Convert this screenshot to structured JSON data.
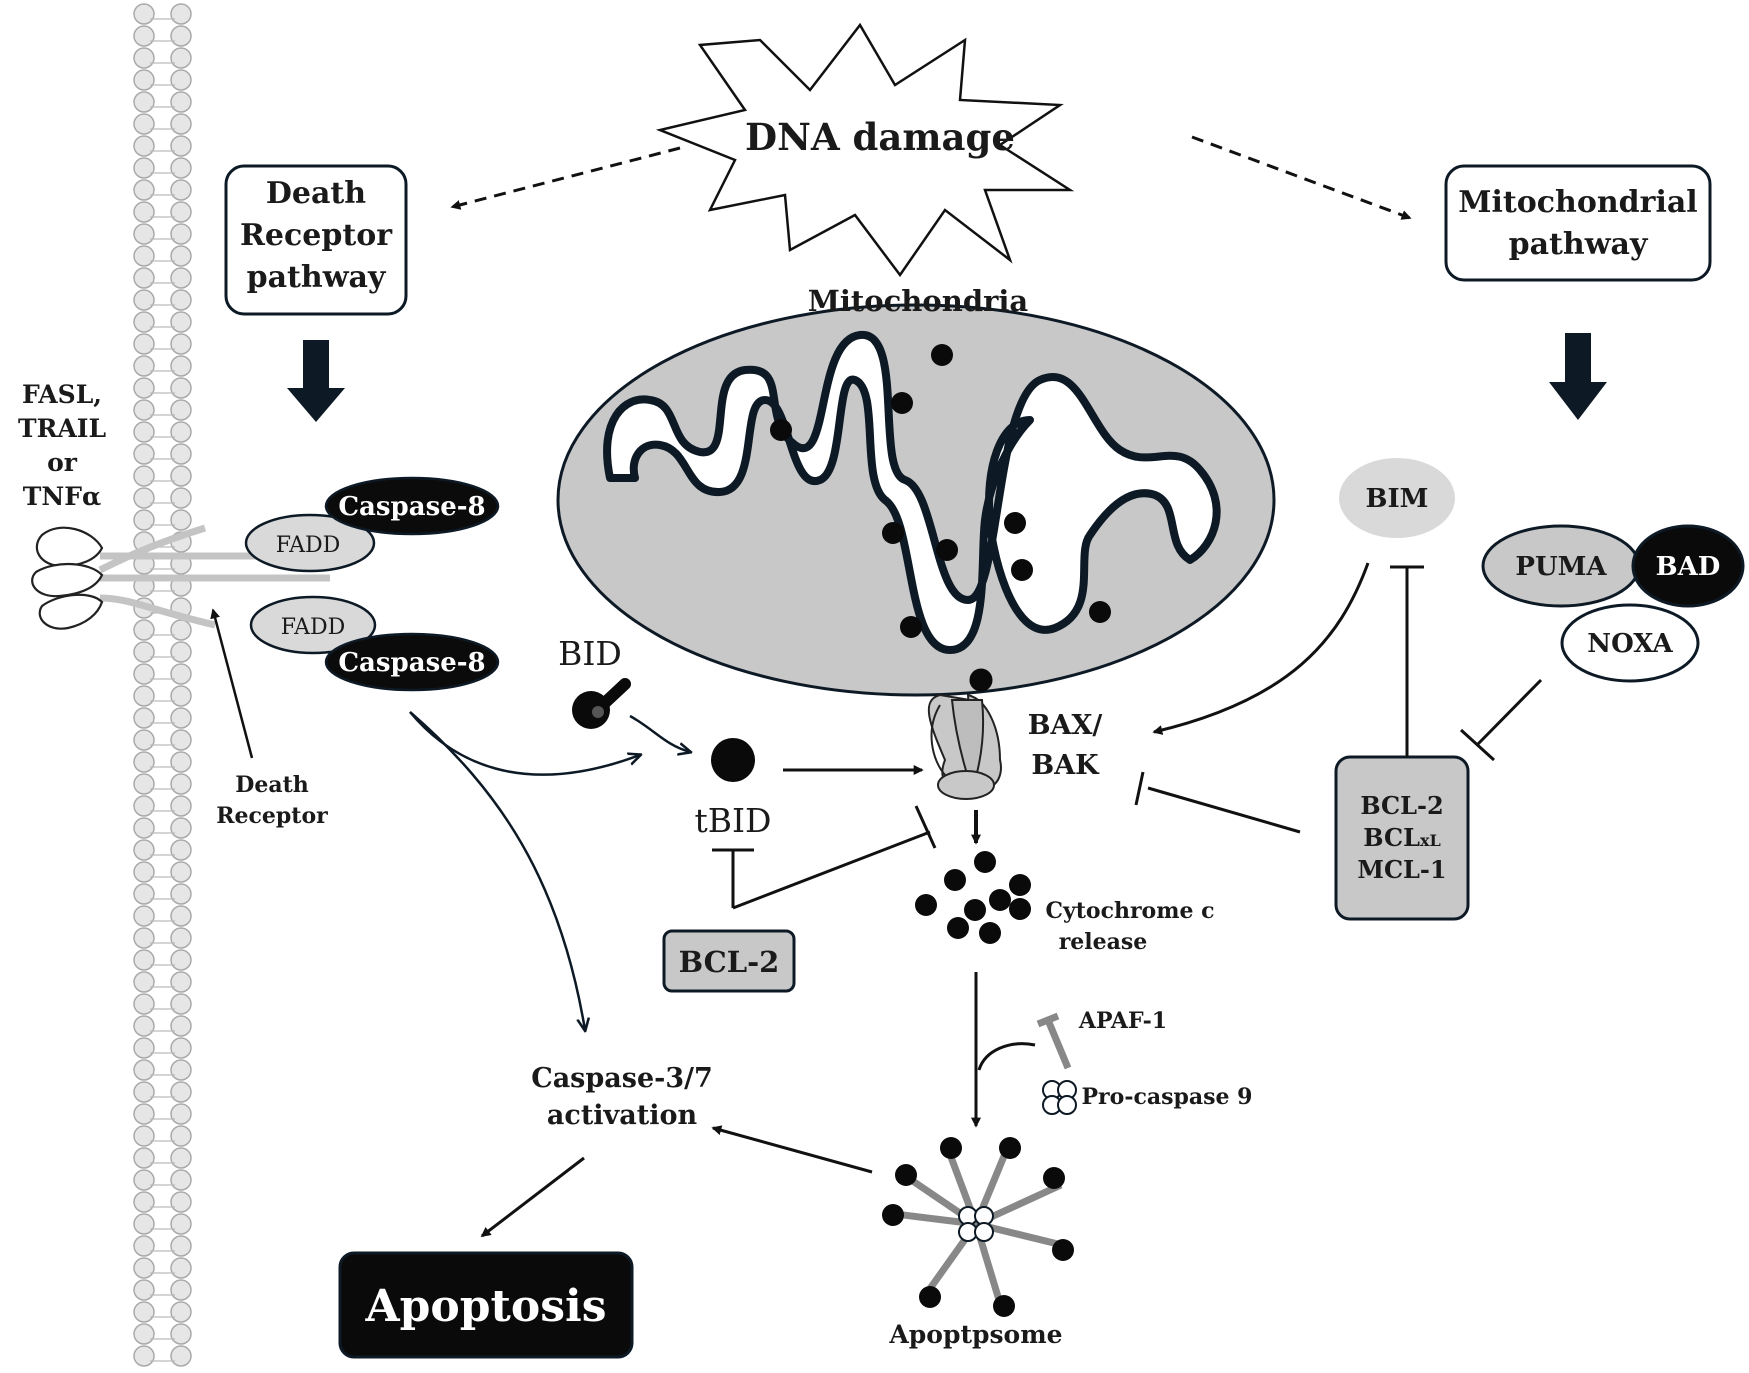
{
  "trigger": {
    "label": "DNA damage"
  },
  "death_receptor_pathway": {
    "line1": "Death",
    "line2": "Receptor",
    "line3": "pathway"
  },
  "mitochondrial_pathway": {
    "line1": "Mitochondrial",
    "line2": "pathway"
  },
  "ligands": {
    "line1": "FASL,",
    "line2": "TRAIL",
    "line3": "or",
    "line4": "TNFα"
  },
  "death_receptor_label": {
    "line1": "Death",
    "line2": "Receptor"
  },
  "disc": {
    "caspase8_top": "Caspase-8",
    "fadd_top": "FADD",
    "fadd_bottom": "FADD",
    "caspase8_bottom": "Caspase-8"
  },
  "mitochondria": {
    "label": "Mitochondria"
  },
  "bid": {
    "label": "BID",
    "truncated_label": "tBID"
  },
  "bax_bak": {
    "line1": "BAX/",
    "line2": "BAK"
  },
  "bcl2_box": {
    "label": "BCL-2"
  },
  "anti_apoptotic_box": {
    "line1": "BCL-2",
    "line2_main": "BCL",
    "line2_sub": "xL",
    "line3": "MCL-1"
  },
  "bh3_only": {
    "bim": "BIM",
    "puma": "PUMA",
    "bad": "BAD",
    "noxa": "NOXA"
  },
  "cytochrome_c": {
    "line1": "Cytochrome c",
    "line2": "release"
  },
  "apaf1": {
    "label": "APAF-1"
  },
  "procaspase9": {
    "label": "Pro-caspase 9"
  },
  "apoptosome": {
    "label": "Apoptpsome"
  },
  "caspase37": {
    "line1": "Caspase-3/7",
    "line2": "activation"
  },
  "outcome": {
    "label": "Apoptosis"
  },
  "colors": {
    "dark": "#0d1a26",
    "gray_fill": "#c8c8c8",
    "light_gray": "#d4d4d4",
    "bim_fill": "#d9d9d9"
  }
}
